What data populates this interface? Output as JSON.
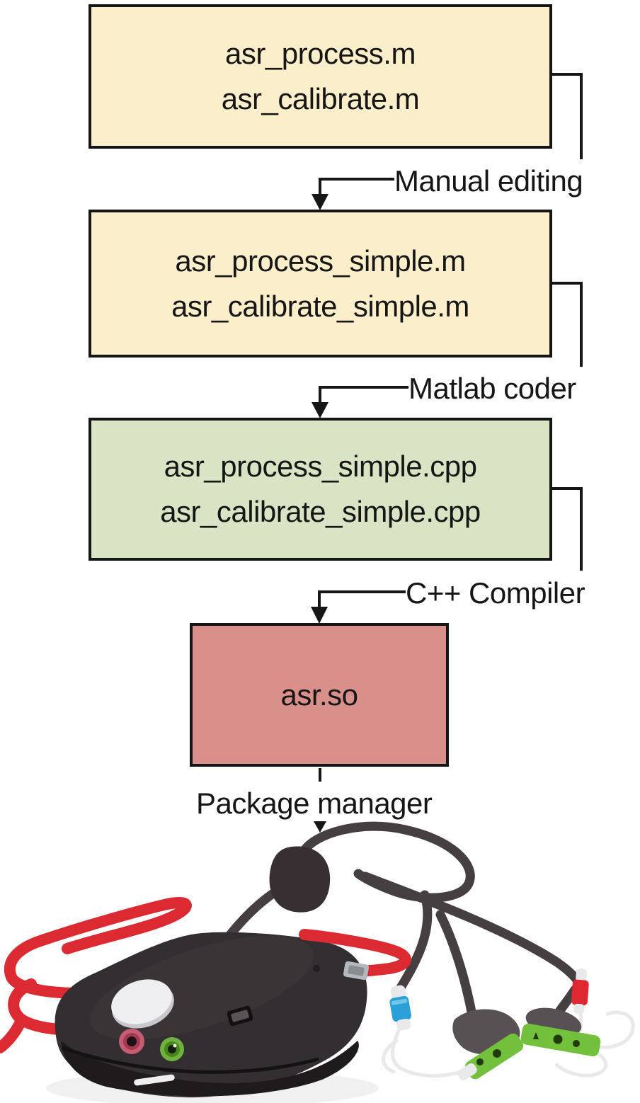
{
  "figure": {
    "boxes": [
      {
        "id": "matlab-originals",
        "lines": [
          "asr_process.m",
          "asr_calibrate.m"
        ]
      },
      {
        "id": "matlab-simplified",
        "lines": [
          "asr_process_simple.m",
          "asr_calibrate_simple.m"
        ]
      },
      {
        "id": "cpp-generated",
        "lines": [
          "asr_process_simple.cpp",
          "asr_calibrate_simple.cpp"
        ]
      },
      {
        "id": "shared-library",
        "lines": [
          "asr.so"
        ]
      }
    ],
    "steps": [
      {
        "label": "Manual editing"
      },
      {
        "label": "Matlab coder"
      },
      {
        "label": "C++ Compiler"
      },
      {
        "label": "Package manager"
      }
    ]
  },
  "colors": {
    "ink": "#161616",
    "box_matlab": "#fbeecb",
    "box_cpp": "#d8e4c3",
    "box_lib": "#d9908b",
    "strap_red": "#dc2a33",
    "cable_gray": "#453f42",
    "device_black": "#332e31",
    "device_dark": "#1f1b1d",
    "device_sheen": "#403a3d",
    "button_white": "#efeef1",
    "jack_pink": "#c75d72",
    "jack_green": "#6fb13e",
    "clip_green": "#72c03c",
    "clip_cap_gray": "#575153",
    "connector_blue": "#2b9fd8",
    "connector_red": "#e02832",
    "wire_white": "#e9e9ec",
    "buckle_gray": "#b3b9bd"
  }
}
